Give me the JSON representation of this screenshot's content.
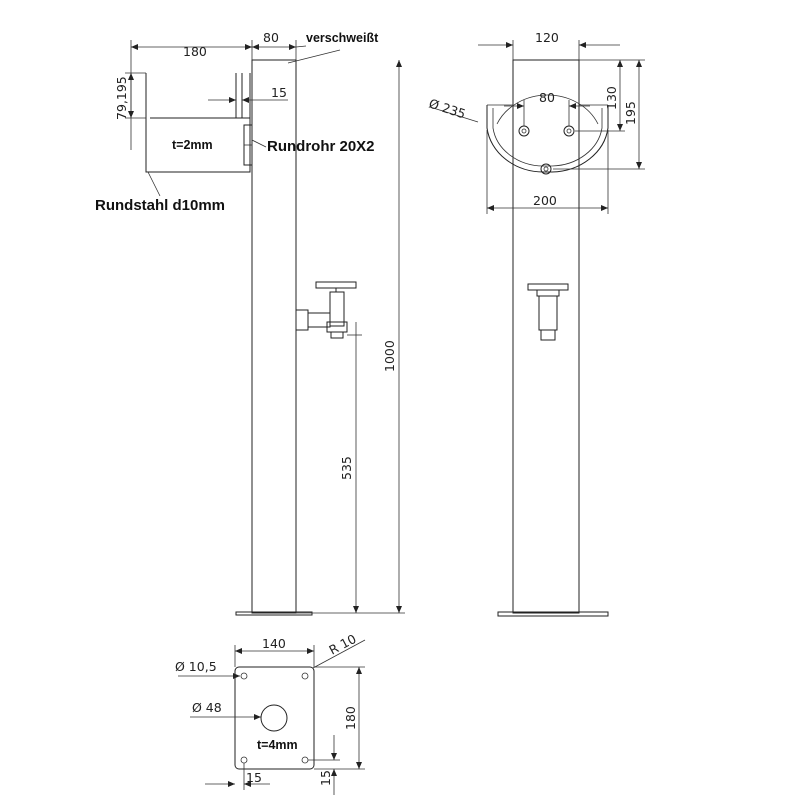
{
  "labels": {
    "welded": "verschweißt",
    "round_tube": "Rundrohr 20X2",
    "round_steel": "Rundstahl d10mm",
    "thickness_box": "t=2mm",
    "thickness_plate": "t=4mm"
  },
  "side_view": {
    "dim_box_width": "180",
    "dim_post_width": "80",
    "dim_box_height": "79,195",
    "dim_rod_offset": "15",
    "dim_total_height": "1000",
    "dim_tap_height": "535"
  },
  "front_view": {
    "dim_top_width": "120",
    "dim_diameter": "Ø 235",
    "dim_hole_spacing": "80",
    "dim_height_130": "130",
    "dim_height_195": "195",
    "dim_bowl_width": "200"
  },
  "base_plate": {
    "dim_width": "140",
    "dim_radius": "R 10",
    "dim_hole": "Ø 10,5",
    "dim_center_hole": "Ø 48",
    "dim_height": "180",
    "dim_edge_x": "15",
    "dim_edge_y": "15"
  }
}
